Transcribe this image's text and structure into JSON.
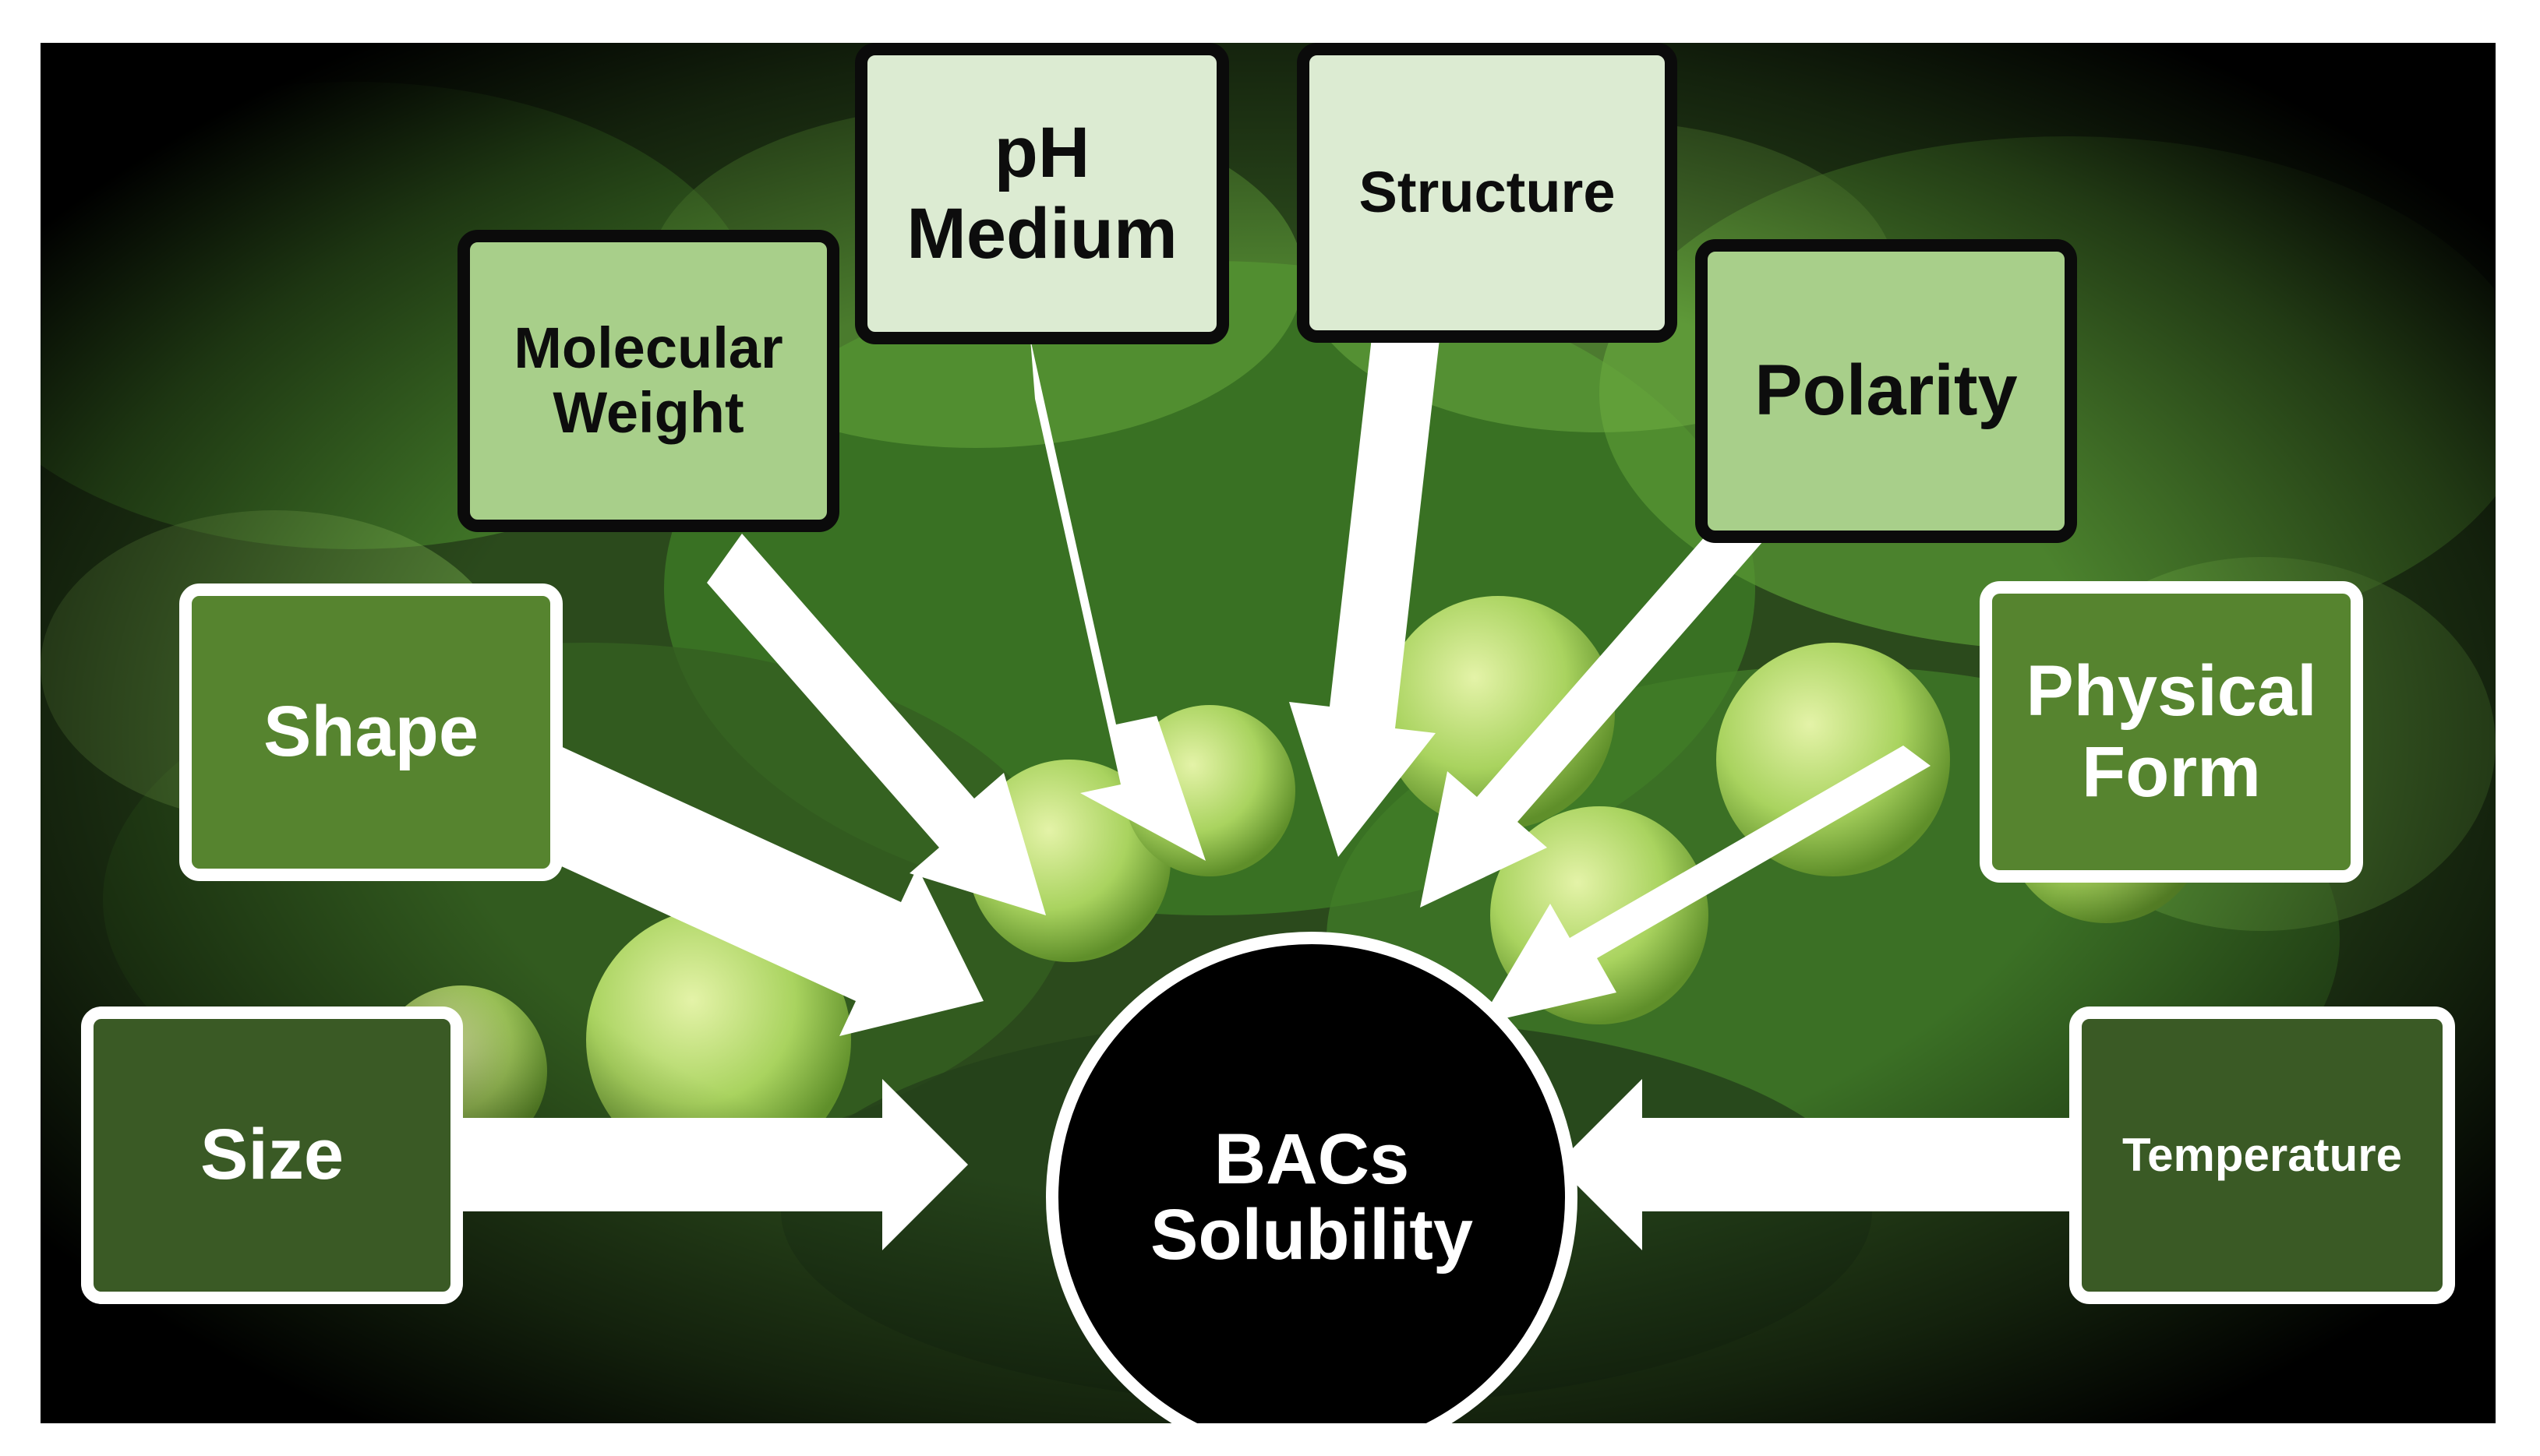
{
  "diagram": {
    "center": {
      "label": "BACs\nSolubility"
    },
    "factors": [
      {
        "id": "size",
        "label": "Size"
      },
      {
        "id": "shape",
        "label": "Shape"
      },
      {
        "id": "molecular-weight",
        "label": "Molecular\nWeight"
      },
      {
        "id": "ph-medium",
        "label": "pH\nMedium"
      },
      {
        "id": "structure",
        "label": "Structure"
      },
      {
        "id": "polarity",
        "label": "Polarity"
      },
      {
        "id": "physical-form",
        "label": "Physical\nForm"
      },
      {
        "id": "temperature",
        "label": "Temperature"
      }
    ]
  },
  "colors": {
    "frame": "#000000",
    "foliage_dark": "#1f3d16",
    "foliage_mid": "#3f7a2a",
    "foliage_light": "#8cc45a",
    "berry": "#b5d96a",
    "box_darkest": "#3a5a25",
    "box_medium": "#56842f",
    "box_light": "#a8cf8a",
    "box_pale": "#dcebd2",
    "arrow": "#ffffff",
    "center_fill": "#000000"
  }
}
